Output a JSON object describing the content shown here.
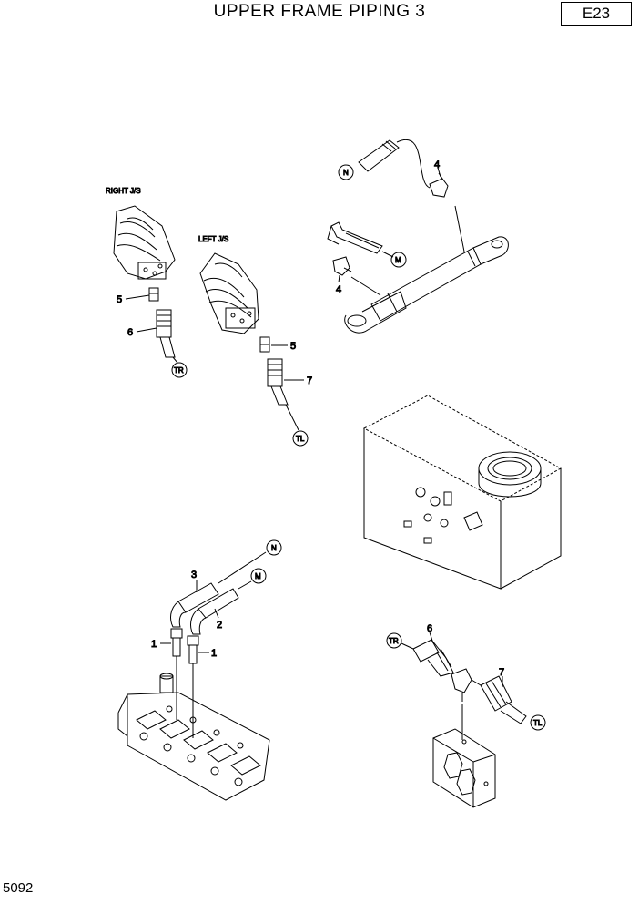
{
  "header": {
    "title": "UPPER FRAME PIPING 3",
    "page_code": "E23"
  },
  "footer": {
    "figure_number": "5092"
  },
  "callouts": {
    "right_js": "RIGHT J/S",
    "left_js": "LEFT J/S"
  },
  "part_numbers": {
    "p1a": "1",
    "p1b": "1",
    "p2": "2",
    "p3": "3",
    "p4a": "4",
    "p4b": "4",
    "p5a": "5",
    "p5b": "5",
    "p6a": "6",
    "p6b": "6",
    "p7a": "7",
    "p7b": "7"
  },
  "connection_tags": {
    "n_top": "N",
    "m_top": "M",
    "tr_left": "TR",
    "tl_left": "TL",
    "n_valve": "N",
    "m_valve": "M",
    "tr_block": "TR",
    "tl_block": "TL"
  }
}
